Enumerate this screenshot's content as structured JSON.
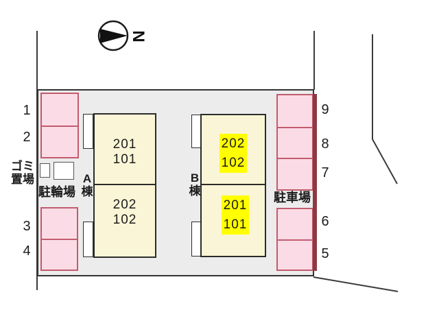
{
  "compass": {
    "label": "N"
  },
  "site_labels": {
    "garbage_line1": "ゴミ",
    "garbage_line2": "置場",
    "bicycle_parking": "駐輪場",
    "car_parking": "駐車場"
  },
  "buildings": [
    {
      "name_chars": [
        "A",
        "棟"
      ],
      "units": [
        {
          "floor2": "201",
          "floor1": "101",
          "highlighted": false
        },
        {
          "floor2": "202",
          "floor1": "102",
          "highlighted": false
        }
      ]
    },
    {
      "name_chars": [
        "B",
        "棟"
      ],
      "units": [
        {
          "floor2": "202",
          "floor1": "102",
          "highlighted": true
        },
        {
          "floor2": "201",
          "floor1": "101",
          "highlighted": true
        }
      ]
    }
  ],
  "parking_spaces": {
    "left": [
      "1",
      "2",
      "3",
      "4"
    ],
    "right": [
      "9",
      "8",
      "7",
      "6",
      "5"
    ]
  },
  "colors": {
    "site_fill": "#ececec",
    "site_border": "#333333",
    "space_fill": "#fbdce6",
    "space_border": "#c25b6e",
    "space_edge": "#8c3a42",
    "building_fill": "#faf5d6",
    "building_border": "#2b2b2b",
    "highlight": "#ffff00",
    "boundary_line": "#3a3a3a",
    "text": "#1b1b1b"
  }
}
